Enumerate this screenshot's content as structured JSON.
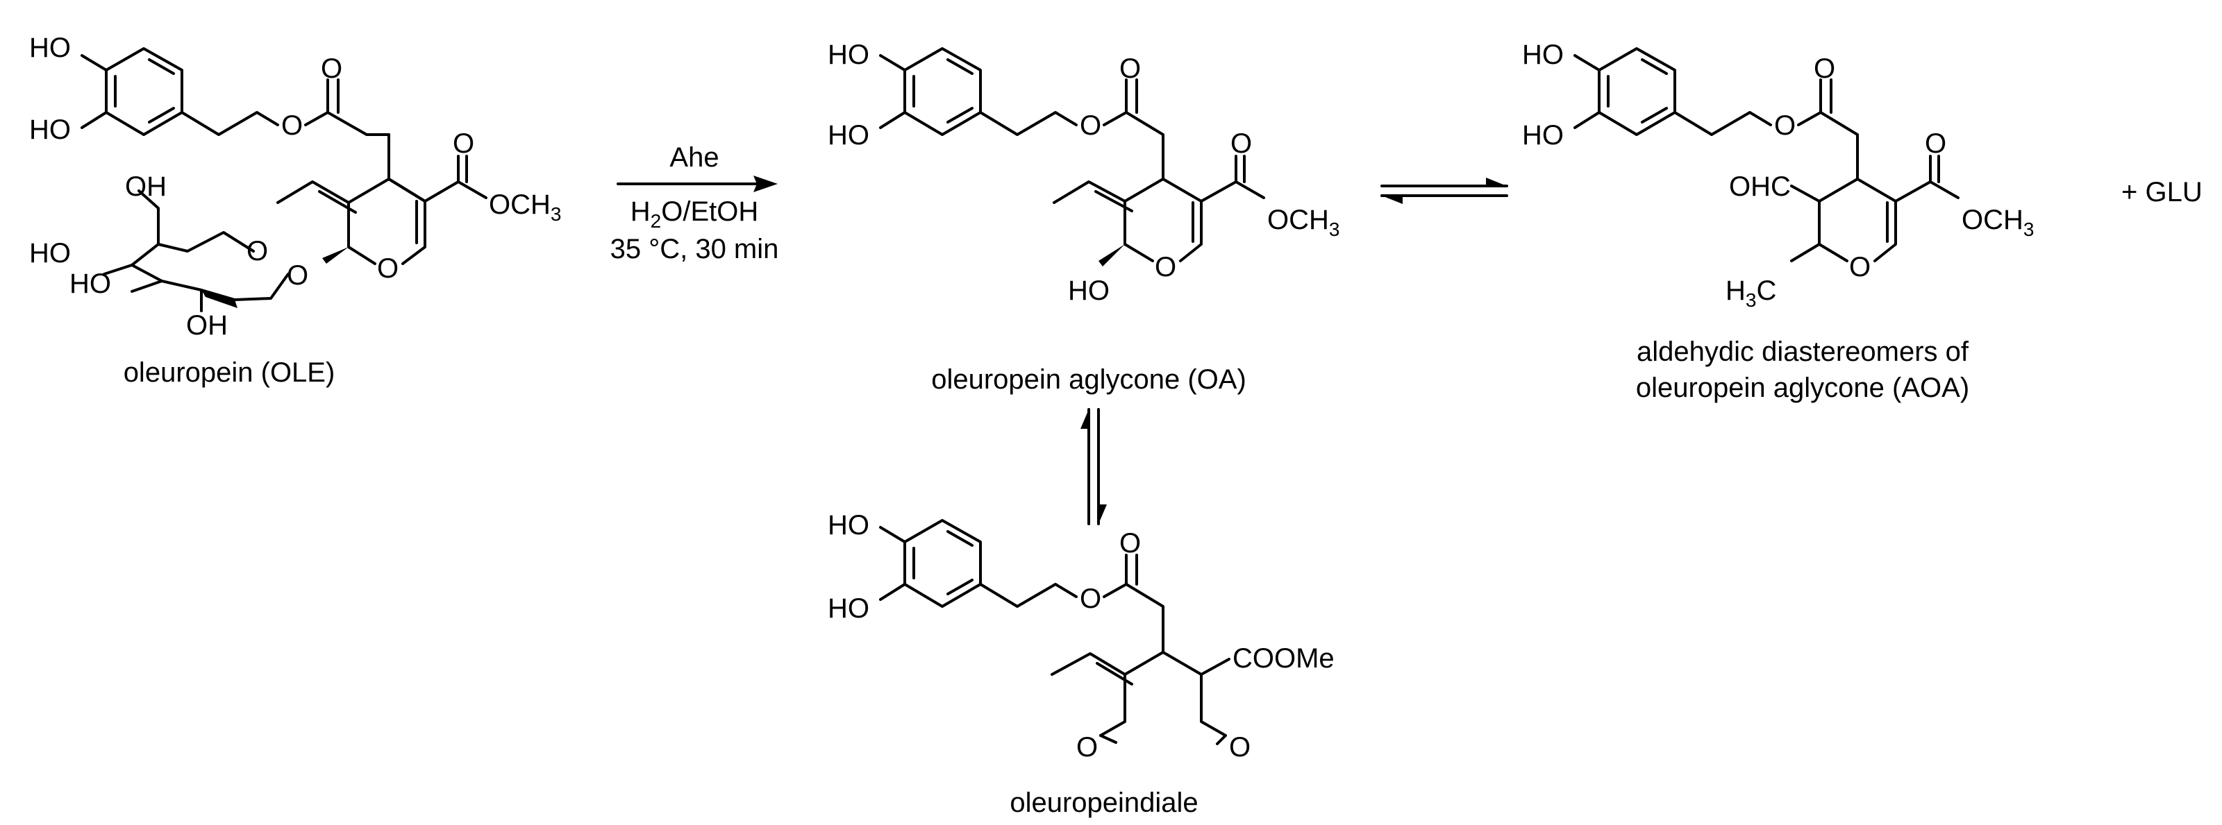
{
  "compounds": {
    "ole": {
      "caption": "oleuropein (OLE)",
      "labels": {
        "ho_top": "HO",
        "ho_mid": "HO",
        "ester_o": "O",
        "carbonyl_o": "O",
        "ester2_o": "O",
        "och3": "OCH",
        "och3_sub": "3",
        "sugar_oh_top": "OH",
        "sugar_ring_o": "O",
        "sugar_ho_left": "HO",
        "sugar_ho_mid": "HO",
        "sugar_oh_bottom": "OH",
        "glyco_o": "O",
        "pyran_o": "O"
      }
    },
    "oa": {
      "caption": "oleuropein aglycone (OA)",
      "labels": {
        "ho_top": "HO",
        "ho_mid": "HO",
        "ester_o": "O",
        "carbonyl_o": "O",
        "ester2_o": "O",
        "och3": "OCH",
        "och3_sub": "3",
        "ho_ring": "HO",
        "pyran_o": "O"
      }
    },
    "aoa": {
      "caption_line1": "aldehydic diastereomers of",
      "caption_line2": "oleuropein aglycone (AOA)",
      "labels": {
        "ho_top": "HO",
        "ho_mid": "HO",
        "ester_o": "O",
        "carbonyl_o": "O",
        "ester2_o": "O",
        "och3": "OCH",
        "och3_sub": "3",
        "ohc": "OHC",
        "h3c": "H",
        "h3c_sub": "3",
        "h3c_c": "C",
        "pyran_o": "O"
      }
    },
    "dial": {
      "caption": "oleuropeindiale",
      "labels": {
        "ho_top": "HO",
        "ho_mid": "HO",
        "ester_o": "O",
        "carbonyl_o": "O",
        "coome": "COOMe",
        "cho1_o": "O",
        "cho2_o": "O"
      }
    }
  },
  "reaction": {
    "enzyme": "Ahe",
    "solvent_h": "H",
    "solvent_sub": "2",
    "solvent_rest": "O/EtOH",
    "conditions": "35 °C, 30 min",
    "byproduct": "+ GLU"
  }
}
